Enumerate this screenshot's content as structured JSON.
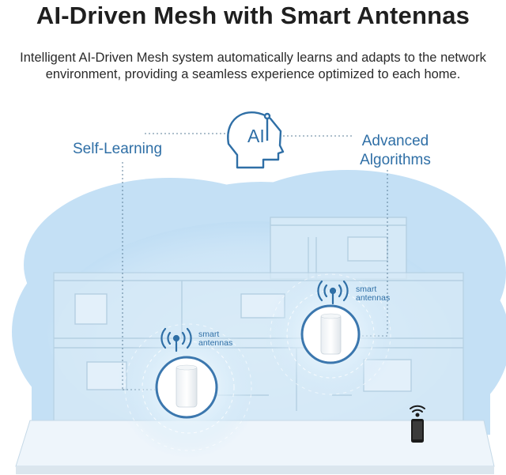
{
  "header": {
    "title": "AI-Driven Mesh with Smart Antennas",
    "subtitle_line1": "Intelligent AI-Driven Mesh system automatically learns and adapts to the network",
    "subtitle_line2": "environment, providing a seamless experience optimized to each home."
  },
  "callouts": {
    "self_learning": "Self-Learning",
    "advanced_line1": "Advanced",
    "advanced_line2": "Algorithms",
    "ai_icon_text": "AI"
  },
  "routers": [
    {
      "label_line1": "smart",
      "label_line2": "antennas"
    },
    {
      "label_line1": "smart",
      "label_line2": "antennas"
    }
  ],
  "colors": {
    "accent": "#2f6fa6",
    "cloud": "#c9e3f6",
    "cloud_light": "#e4f1fb",
    "title": "#1f1f1f"
  },
  "icons": [
    "ai-head-icon",
    "wifi-antenna-icon",
    "mesh-router",
    "smartphone-icon",
    "wifi-icon"
  ]
}
